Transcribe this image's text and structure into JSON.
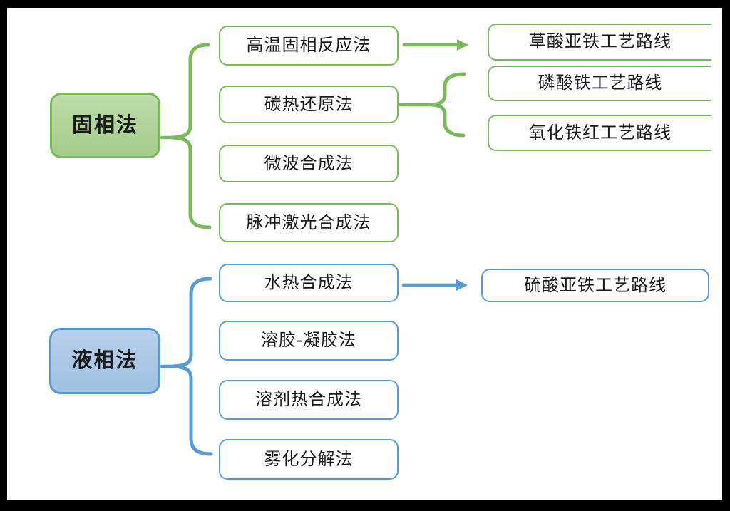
{
  "colors": {
    "green_line": "#7cb85c",
    "green_fill_top": "#bedcab",
    "green_fill_bottom": "#a5cc8b",
    "blue_line": "#5b9bd5",
    "blue_fill_top": "#b8d0ec",
    "blue_fill_bottom": "#9fc0e1",
    "canvas_bg": "#ffffff",
    "frame_bg": "#000000",
    "text": "#1b1b1b"
  },
  "solid_phase": {
    "root_label": "固相法",
    "methods": [
      "高温固相反应法",
      "碳热还原法",
      "微波合成法",
      "脉冲激光合成法"
    ],
    "routes": [
      "草酸亚铁工艺路线",
      "磷酸铁工艺路线",
      "氧化铁红工艺路线"
    ]
  },
  "liquid_phase": {
    "root_label": "液相法",
    "methods": [
      "水热合成法",
      "溶胶-凝胶法",
      "溶剂热合成法",
      "雾化分解法"
    ],
    "routes": [
      "硫酸亚铁工艺路线"
    ]
  }
}
